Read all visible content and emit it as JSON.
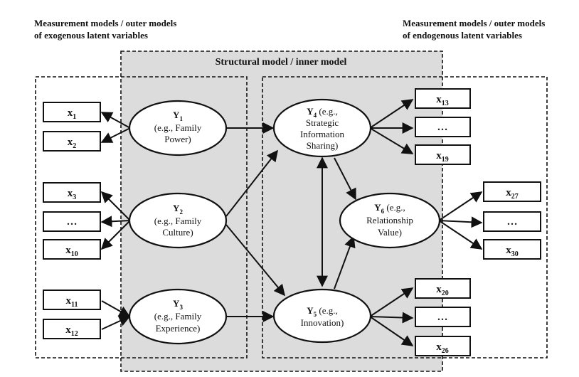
{
  "headers": {
    "left": {
      "line1": "Measurement models / outer models",
      "line2": "of exogenous latent variables"
    },
    "right": {
      "line1": "Measurement models / outer models",
      "line2": "of endogenous latent variables"
    }
  },
  "structural_title": "Structural model / inner model",
  "constructs": {
    "y1": {
      "sym": "Y",
      "sub": "1",
      "line1": "",
      "line2": "(e.g., Family",
      "line3": "Power)"
    },
    "y2": {
      "sym": "Y",
      "sub": "2",
      "line1": "",
      "line2": "(e.g., Family",
      "line3": "Culture)"
    },
    "y3": {
      "sym": "Y",
      "sub": "3",
      "line1": "",
      "line2": "(e.g., Family",
      "line3": "Experience)"
    },
    "y4": {
      "sym": "Y",
      "sub": "4",
      "line1": " (e.g.,",
      "line2": "Strategic",
      "line3": "Information",
      "line4": "Sharing)"
    },
    "y5": {
      "sym": "Y",
      "sub": "5",
      "line1": " (e.g.,",
      "line2": "Innovation)"
    },
    "y6": {
      "sym": "Y",
      "sub": "6",
      "line1": " (e.g.,",
      "line2": "Relationship",
      "line3": "Value)"
    }
  },
  "indicators": {
    "x1": {
      "sym": "x",
      "sub": "1"
    },
    "x2": {
      "sym": "x",
      "sub": "2"
    },
    "x3": {
      "sym": "x",
      "sub": "3"
    },
    "xdots_a": {
      "text": "…"
    },
    "x10": {
      "sym": "x",
      "sub": "10"
    },
    "x11": {
      "sym": "x",
      "sub": "11"
    },
    "x12": {
      "sym": "x",
      "sub": "12"
    },
    "x13": {
      "sym": "x",
      "sub": "13"
    },
    "xdots_b": {
      "text": "…"
    },
    "x19": {
      "sym": "x",
      "sub": "19"
    },
    "x27": {
      "sym": "x",
      "sub": "27"
    },
    "xdots_c": {
      "text": "…"
    },
    "x30": {
      "sym": "x",
      "sub": "30"
    },
    "x20": {
      "sym": "x",
      "sub": "20"
    },
    "xdots_d": {
      "text": "…"
    },
    "x26": {
      "sym": "x",
      "sub": "26"
    }
  },
  "colors": {
    "structural_fill": "#dcdcdc",
    "stroke": "#111111",
    "box_fill": "#ffffff"
  }
}
